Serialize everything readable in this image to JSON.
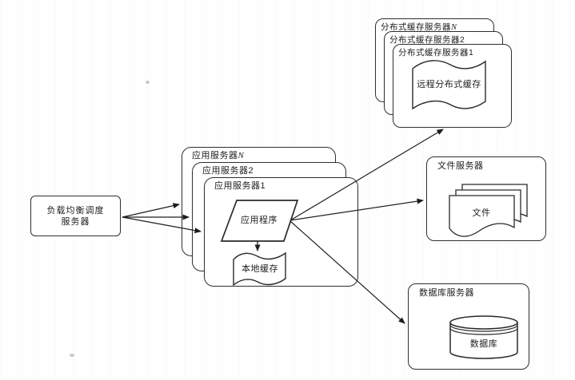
{
  "figure": {
    "name": "website-architecture-diagram",
    "load_balancer": {
      "line1": "负载均衡调度",
      "line2": "服务器"
    },
    "app_stack": {
      "back_prefix": "应用服务器",
      "back_suffix": "N",
      "middle": "应用服务器2",
      "front": "应用服务器1",
      "program": "应用程序",
      "local_cache": "本地缓存"
    },
    "cache_stack": {
      "back_prefix": "分布式缓存服务器",
      "back_suffix": "N",
      "middle": "分布式缓存服务器2",
      "front": "分布式缓存服务器1",
      "remote_cache": "远程分布式缓存"
    },
    "file_server": {
      "title": "文件服务器",
      "doc": "文件"
    },
    "database_server": {
      "title": "数据库服务器",
      "db": "数据库"
    },
    "colors": {
      "line": "#2a2a2a",
      "background": "#ffffff"
    }
  }
}
